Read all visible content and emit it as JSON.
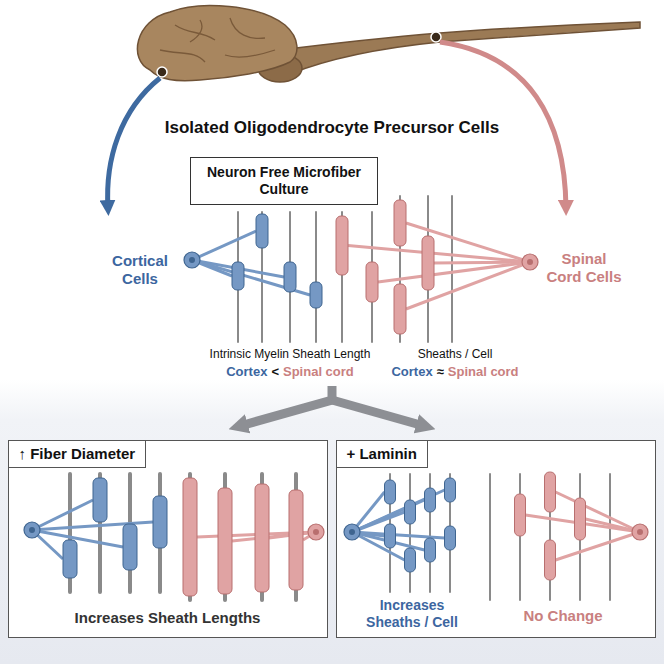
{
  "diagram": {
    "title": "Isolated Oligodendrocyte Precursor Cells",
    "nodes": [
      {
        "text": [
          "Neuron Free Microfiber Culture"
        ]
      },
      {
        "text": [
          "Increases Sheath Lengths"
        ]
      },
      {
        "text": [
          "↑ Fiber Diameter"
        ],
        "in": 1
      },
      {
        "text": [
          "Increases Sheaths / Cell",
          "No Change"
        ]
      },
      {
        "text": [
          "+ Laminin"
        ],
        "in": 3
      }
    ],
    "edges": [],
    "labels": [
      "Cortical Cells",
      "Spinal Cord Cells",
      "Intrinsic Myelin Sheath Length",
      "Cortex",
      "<",
      "Spinal cord",
      "Sheaths / Cell",
      "Cortex",
      "≈",
      "Spinal cord"
    ]
  }
}
